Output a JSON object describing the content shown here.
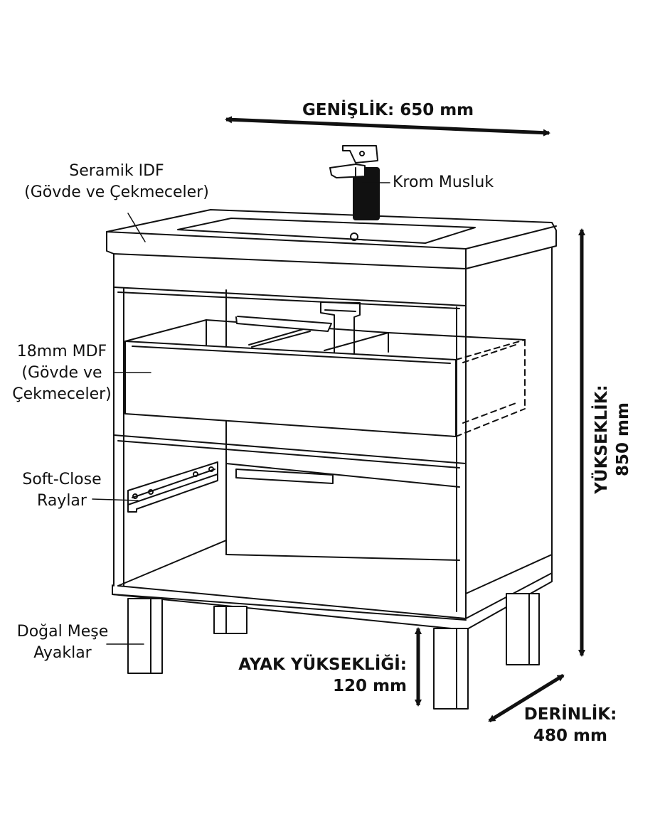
{
  "labels": {
    "width": "GENİŞLİK: 650 mm",
    "faucet": "Krom Musluk",
    "ceramic": {
      "line1": "Seramik IDF",
      "line2": "(Gövde ve Çekmeceler)"
    },
    "mdf": {
      "line1": "18mm MDF",
      "line2": "(Gövde ve",
      "line3": "Çekmeceler)"
    },
    "rails": {
      "line1": "Soft-Close",
      "line2": "Raylar"
    },
    "legs": {
      "line1": "Doğal Meşe",
      "line2": "Ayaklar"
    },
    "height": {
      "line1": "YÜKSEKLİK:",
      "line2": "850 mm"
    },
    "leg_height": {
      "line1": "AYAK YÜKSEKLİĞİ:",
      "line2": "120 mm"
    },
    "depth": {
      "line1": "DERİNLİK:",
      "line2": "480 mm"
    }
  },
  "colors": {
    "stroke": "#111111",
    "background": "#ffffff"
  }
}
